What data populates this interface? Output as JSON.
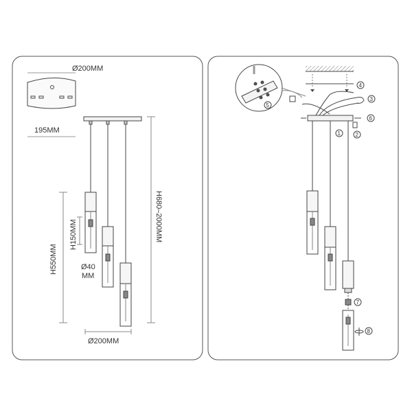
{
  "left_panel": {
    "canopy_diameter": "Ø200MM",
    "canopy_depth": "195MM",
    "shade_height": "H150MM",
    "shade_diameter_line1": "Ø40",
    "shade_diameter_line2": "MM",
    "min_height": "H550MM",
    "total_height": "H680–2000MM",
    "bottom_diameter": "Ø200MM"
  },
  "right_panel": {
    "step_labels": [
      "1",
      "2",
      "3",
      "4",
      "5",
      "6",
      "7",
      "8"
    ]
  }
}
